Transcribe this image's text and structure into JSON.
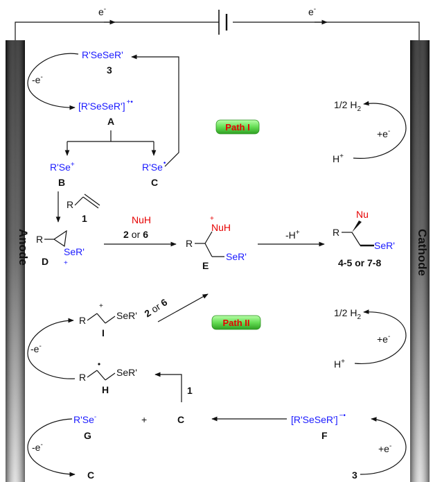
{
  "electrons": {
    "left": "e",
    "right": "e",
    "minus": "-"
  },
  "electrodes": {
    "anode": "Anode",
    "cathode": "Cathode"
  },
  "paths": {
    "path1": "Path I",
    "path2": "Path II"
  },
  "colors": {
    "blue": "#1a1aff",
    "red": "#e60000",
    "badge": "#66dd55"
  },
  "species": {
    "diselenide": "R'SeSeR'",
    "radical_cation": "[R'SeSeR']",
    "radical_anion": "[R'SeSeR']",
    "cation": "R'Se",
    "radical": "R'Se",
    "anion": "R'Se",
    "nucleophile": "NuH",
    "nu_product": "Nu",
    "sep": "SeR'",
    "r": "R",
    "half_h2": "1/2 H",
    "h2_sub": "2",
    "hplus": "H",
    "plus_e": "+e",
    "minus_e": "-e",
    "minus_hplus": "-H",
    "plus": "+",
    "charge_dot": "+•",
    "dot": "•",
    "minus_dot": "−•",
    "or": "or"
  },
  "labels": {
    "n3": "3",
    "A": "A",
    "B": "B",
    "C": "C",
    "D": "D",
    "E": "E",
    "F": "F",
    "G": "G",
    "H": "H",
    "I": "I",
    "n1": "1",
    "n2": "2",
    "n6": "6",
    "products": "4-5 or 7-8"
  }
}
